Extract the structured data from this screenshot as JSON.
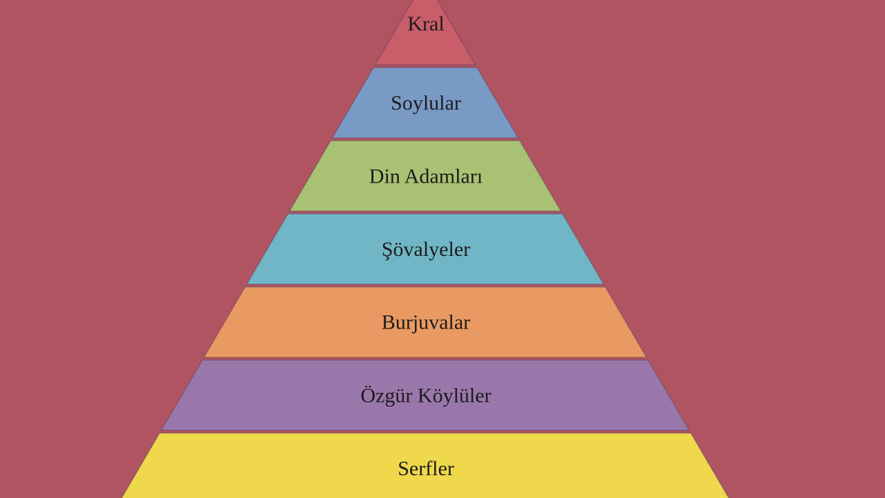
{
  "background_color": "#b05462",
  "pyramid": {
    "tiers": [
      {
        "label": "Kral",
        "color": "#c95d69"
      },
      {
        "label": "Soylular",
        "color": "#7a9ac6"
      },
      {
        "label": "Din Adamları",
        "color": "#a9c172"
      },
      {
        "label": "Şövalyeler",
        "color": "#70b6c6"
      },
      {
        "label": "Burjuvalar",
        "color": "#e99a62"
      },
      {
        "label": "Özgür Köylüler",
        "color": "#9a77ab"
      },
      {
        "label": "Serfler",
        "color": "#f0d84c"
      }
    ]
  }
}
